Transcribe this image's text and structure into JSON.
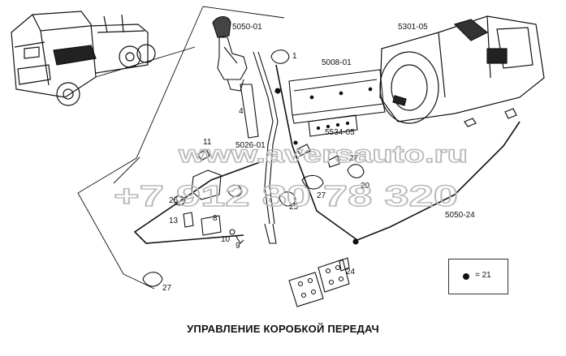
{
  "caption": "УПРАВЛЕНИЕ КОРОБКОЙ ПЕРЕДАЧ",
  "watermark": {
    "site": "www.aversauto.ru",
    "phone": "+7 912 80 78 320"
  },
  "legend": {
    "text": "= 21"
  },
  "callouts": {
    "c5050_01": "5050-01",
    "c5301_05": "5301-05",
    "c5008_01": "5008-01",
    "c5534_05": "5534-05",
    "c5026_01": "5026-01",
    "c5050_24": "5050-24",
    "n1": "1",
    "n4": "4",
    "n11": "11",
    "n26": "26",
    "n13": "13",
    "n8": "8",
    "n10": "10",
    "n9": "9",
    "n25": "25",
    "n27a": "27",
    "n27b": "27",
    "n27c": "27",
    "n20": "20",
    "n24": "24"
  }
}
